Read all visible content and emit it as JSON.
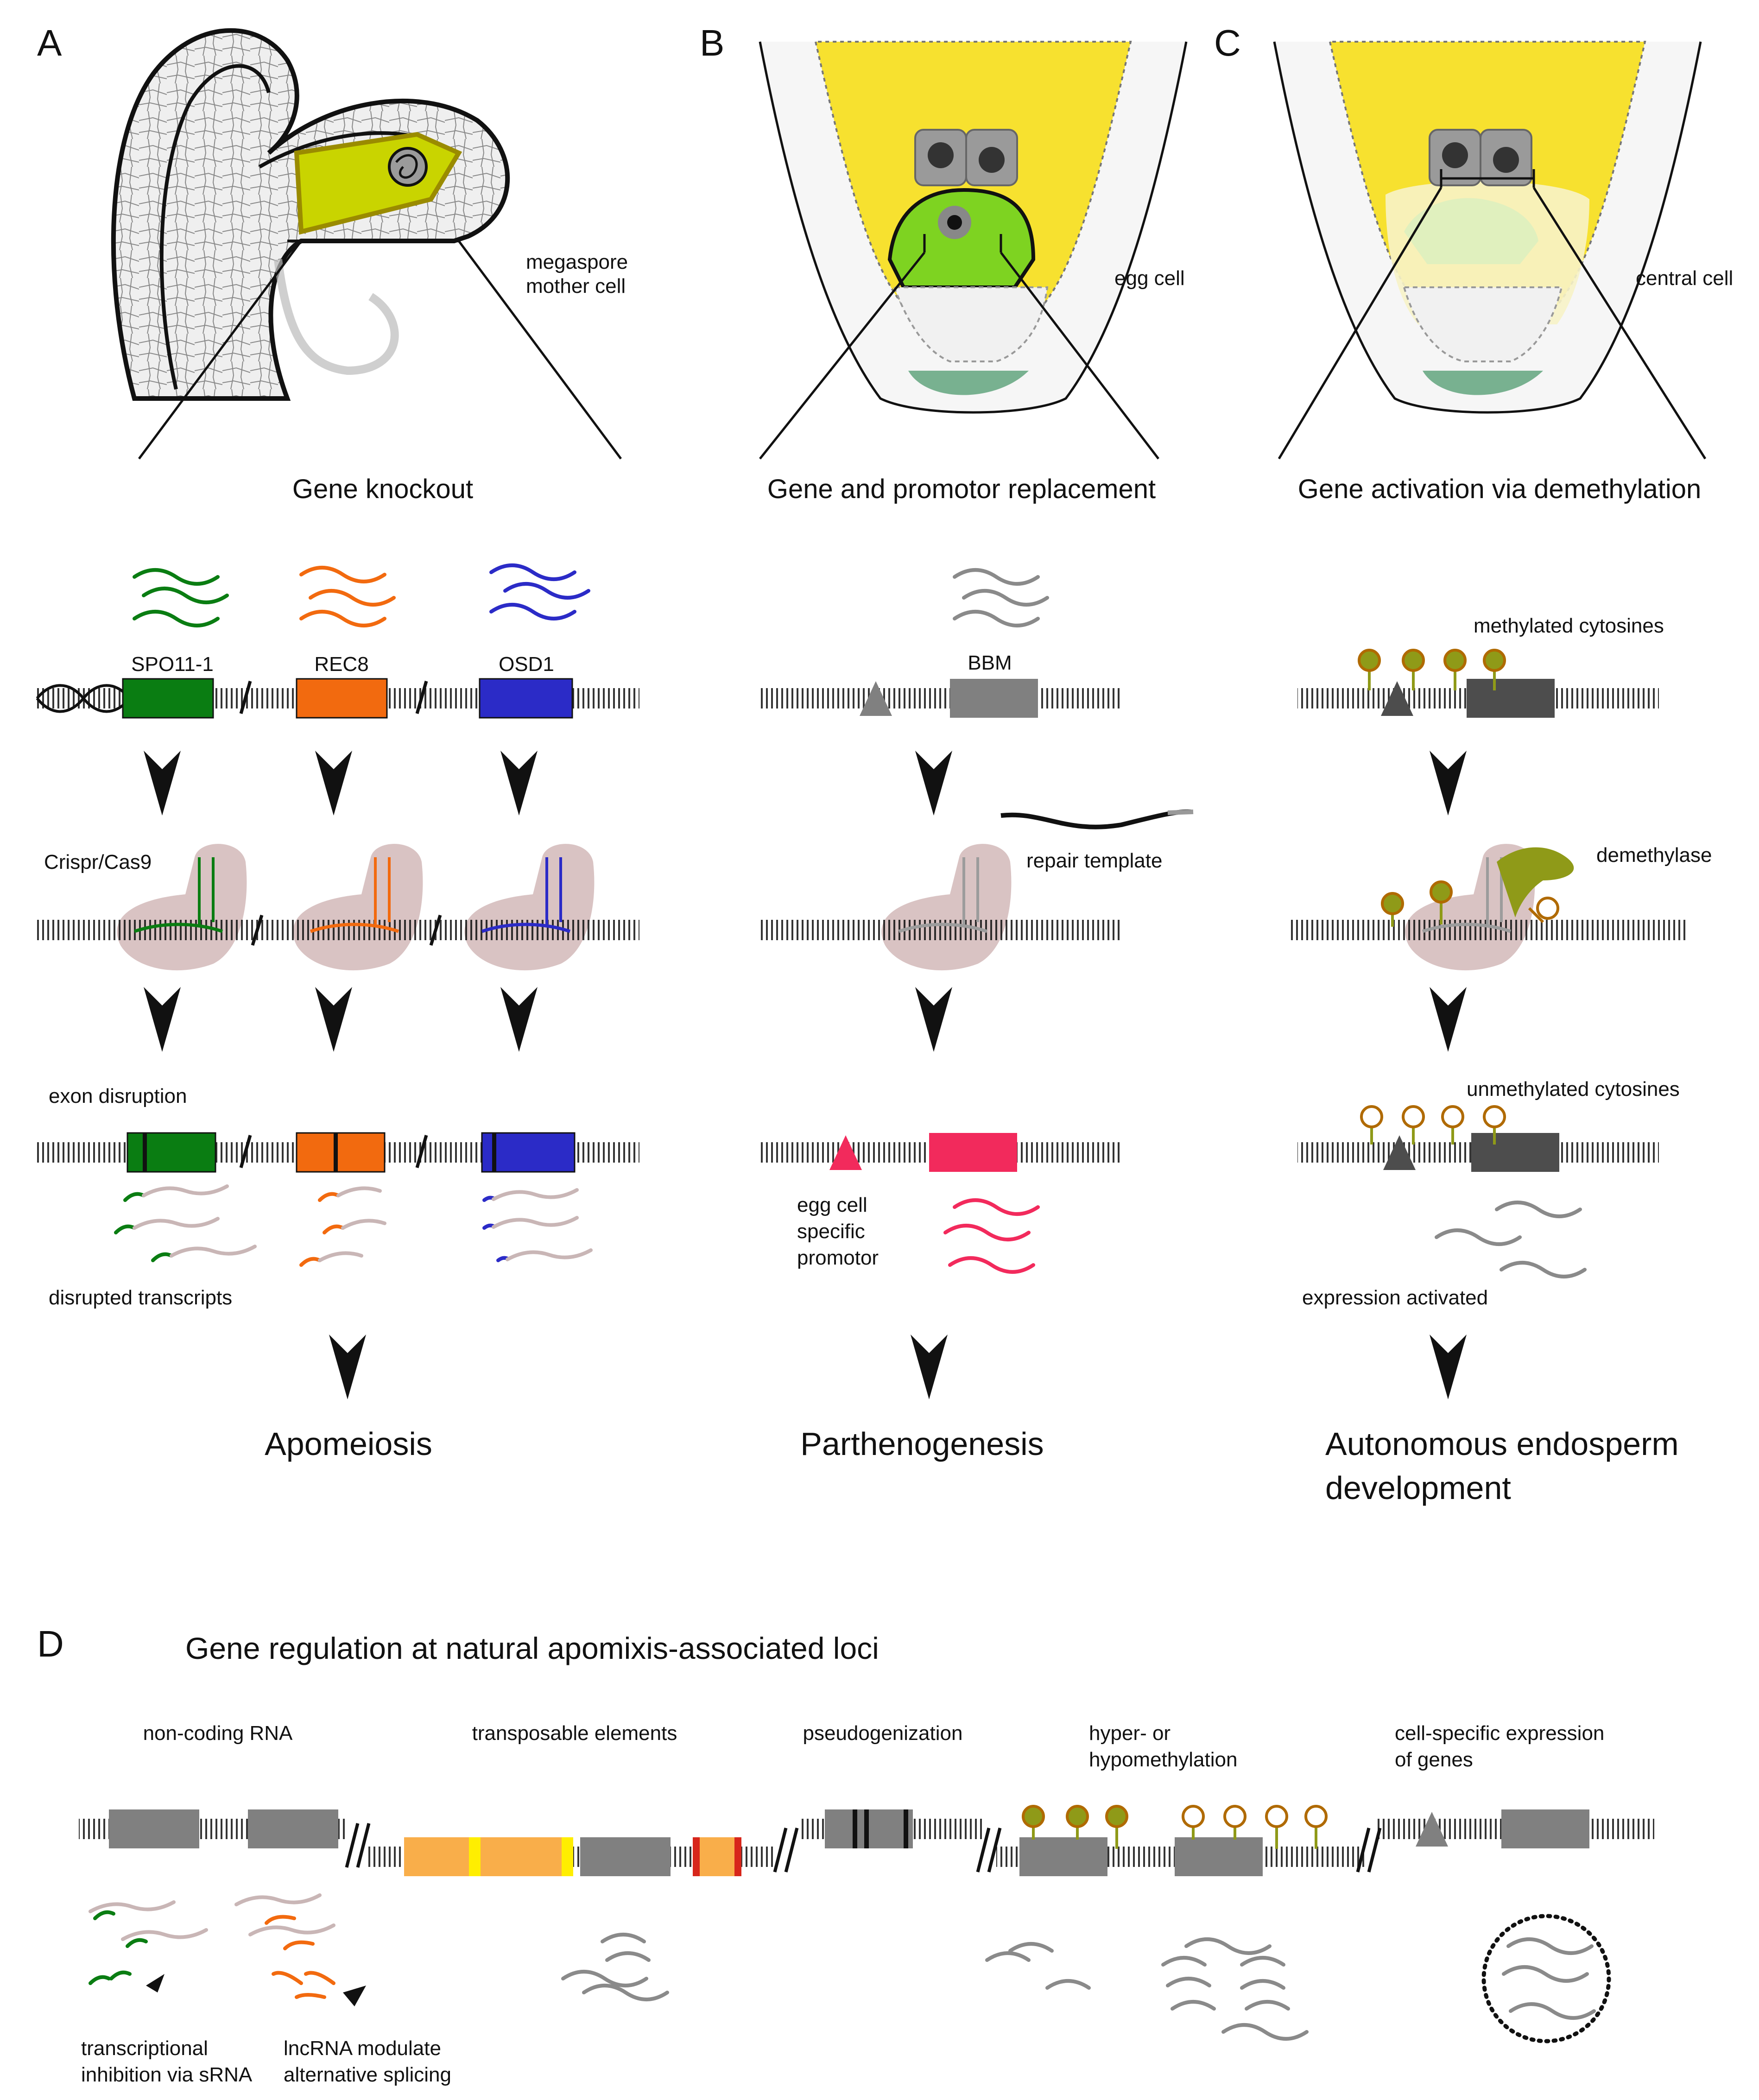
{
  "panels": {
    "A": {
      "letter": "A",
      "inset_label": [
        "megaspore",
        "mother cell"
      ],
      "title": "Gene knockout",
      "genes": [
        {
          "name": "SPO11-1",
          "color": "#0a7d12"
        },
        {
          "name": "REC8",
          "color": "#f26a0f"
        },
        {
          "name": "OSD1",
          "color": "#2b2bc7"
        }
      ],
      "tool_label": "Crispr/Cas9",
      "disruption_label": "exon disruption",
      "transcripts_label": "disrupted transcripts",
      "result": "Apomeiosis"
    },
    "B": {
      "letter": "B",
      "inset_label": "egg cell",
      "title": "Gene and promotor replacement",
      "gene": "BBM",
      "template_label": "repair template",
      "promoter_label": [
        "egg cell",
        "specific",
        "promotor"
      ],
      "accent_color": "#f22a5c",
      "result": "Parthenogenesis"
    },
    "C": {
      "letter": "C",
      "inset_label": "central cell",
      "title": "Gene activation via demethylation",
      "methylated_label": "methylated cytosines",
      "enzyme_label": "demethylase",
      "unmethylated_label": "unmethylated cytosines",
      "expression_label": "expression activated",
      "result": [
        "Autonomous endosperm",
        "development"
      ]
    },
    "D": {
      "letter": "D",
      "title": "Gene regulation at natural apomixis-associated loci",
      "categories": [
        {
          "label": [
            "non-coding RNA"
          ]
        },
        {
          "label": [
            "transposable elements"
          ]
        },
        {
          "label": [
            "pseudogenization"
          ]
        },
        {
          "label": [
            "hyper-  or",
            "hypomethylation"
          ]
        },
        {
          "label": [
            "cell-specific expression",
            "of genes"
          ]
        }
      ],
      "mechanisms": [
        {
          "label": [
            "transcriptional",
            "inhibition via sRNA"
          ]
        },
        {
          "label": [
            "lncRNA modulate",
            "alternative splicing"
          ]
        }
      ]
    }
  },
  "colors": {
    "yellow_tissue": "#f7e12f",
    "mmc_green": "#c9d400",
    "egg_green": "#7ed321",
    "methyl_filled": "#8f9a18",
    "methyl_ring": "#b06a00",
    "cas9": "#d9c3c3",
    "gray_gene": "#808080",
    "dark_gene": "#4d4d4d",
    "te_orange": "#f9ae4a",
    "te_yellow": "#ffee00",
    "te_red": "#d7261b"
  }
}
